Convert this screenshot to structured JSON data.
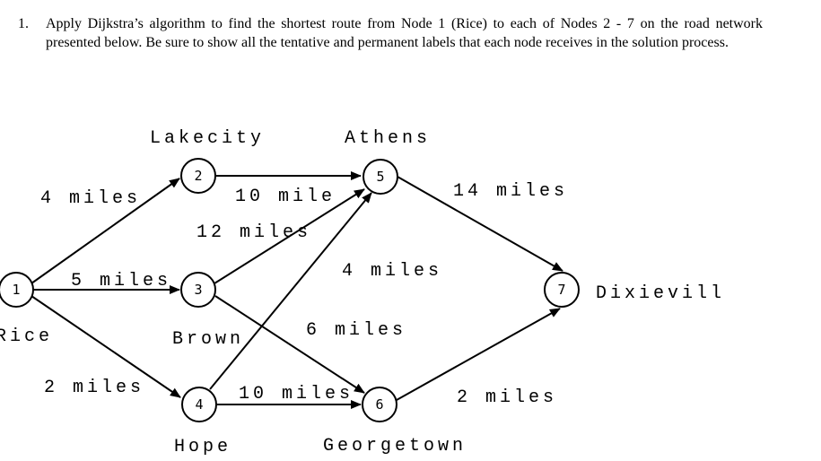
{
  "problem": {
    "number": "1.",
    "text": "Apply Dijkstra’s algorithm to find the shortest route from Node 1 (Rice) to each of Nodes 2 - 7 on the road network presented below. Be sure to show all the tentative and permanent labels that each node receives in the solution process."
  },
  "nodes": [
    {
      "id": "1",
      "name": "Rice"
    },
    {
      "id": "2",
      "name": "Lakecity"
    },
    {
      "id": "3",
      "name": "Brown"
    },
    {
      "id": "4",
      "name": "Hope"
    },
    {
      "id": "5",
      "name": "Athens"
    },
    {
      "id": "6",
      "name": "Georgetown"
    },
    {
      "id": "7",
      "name": "Dixievill"
    }
  ],
  "edges": [
    {
      "from": "1",
      "to": "2",
      "label": "4 miles"
    },
    {
      "from": "1",
      "to": "3",
      "label": "5 miles"
    },
    {
      "from": "1",
      "to": "4",
      "label": "2 miles"
    },
    {
      "from": "2",
      "to": "5",
      "label": "10 mile"
    },
    {
      "from": "3",
      "to": "5",
      "label": "12 miles"
    },
    {
      "from": "4",
      "to": "5",
      "label": "4 miles"
    },
    {
      "from": "3",
      "to": "6",
      "label": "6 miles"
    },
    {
      "from": "4",
      "to": "6",
      "label": "10 miles"
    },
    {
      "from": "5",
      "to": "7",
      "label": "14 miles"
    },
    {
      "from": "6",
      "to": "7",
      "label": "2 miles"
    }
  ]
}
